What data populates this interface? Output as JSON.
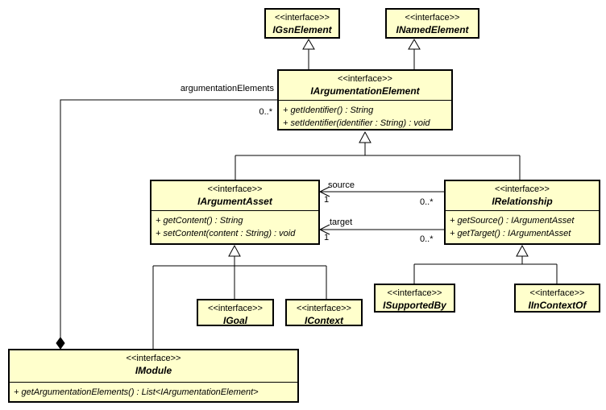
{
  "diagram": {
    "background_color": "#ffffff",
    "box_fill_color": "#ffffcc",
    "line_color": "#000000"
  },
  "classes": {
    "gsn_element": {
      "stereotype": "<<interface>>",
      "name": "IGsnElement"
    },
    "named_element": {
      "stereotype": "<<interface>>",
      "name": "INamedElement"
    },
    "argumentation_element": {
      "stereotype": "<<interface>>",
      "name": "IArgumentationElement",
      "methods": [
        "+ getIdentifier() : String",
        "+ setIdentifier(identifier : String) : void"
      ]
    },
    "argument_asset": {
      "stereotype": "<<interface>>",
      "name": "IArgumentAsset",
      "methods": [
        "+ getContent() : String",
        "+ setContent(content : String) : void"
      ]
    },
    "relationship": {
      "stereotype": "<<interface>>",
      "name": "IRelationship",
      "methods": [
        "+ getSource() : IArgumentAsset",
        "+ getTarget() : IArgumentAsset"
      ]
    },
    "goal": {
      "stereotype": "<<interface>>",
      "name": "IGoal"
    },
    "context": {
      "stereotype": "<<interface>>",
      "name": "IContext"
    },
    "supported_by": {
      "stereotype": "<<interface>>",
      "name": "ISupportedBy"
    },
    "in_context_of": {
      "stereotype": "<<interface>>",
      "name": "IInContextOf"
    },
    "module": {
      "stereotype": "<<interface>>",
      "name": "IModule",
      "methods": [
        "+ getArgumentationElements() : List<IArgumentationElement>"
      ]
    }
  },
  "edges": {
    "composition": {
      "label": "argumentationElements",
      "multiplicity": "0..*"
    },
    "source_association": {
      "label": "source",
      "mult_one": "1",
      "mult_many": "0..*"
    },
    "target_association": {
      "label": "target",
      "mult_one": "1",
      "mult_many": "0..*"
    }
  }
}
